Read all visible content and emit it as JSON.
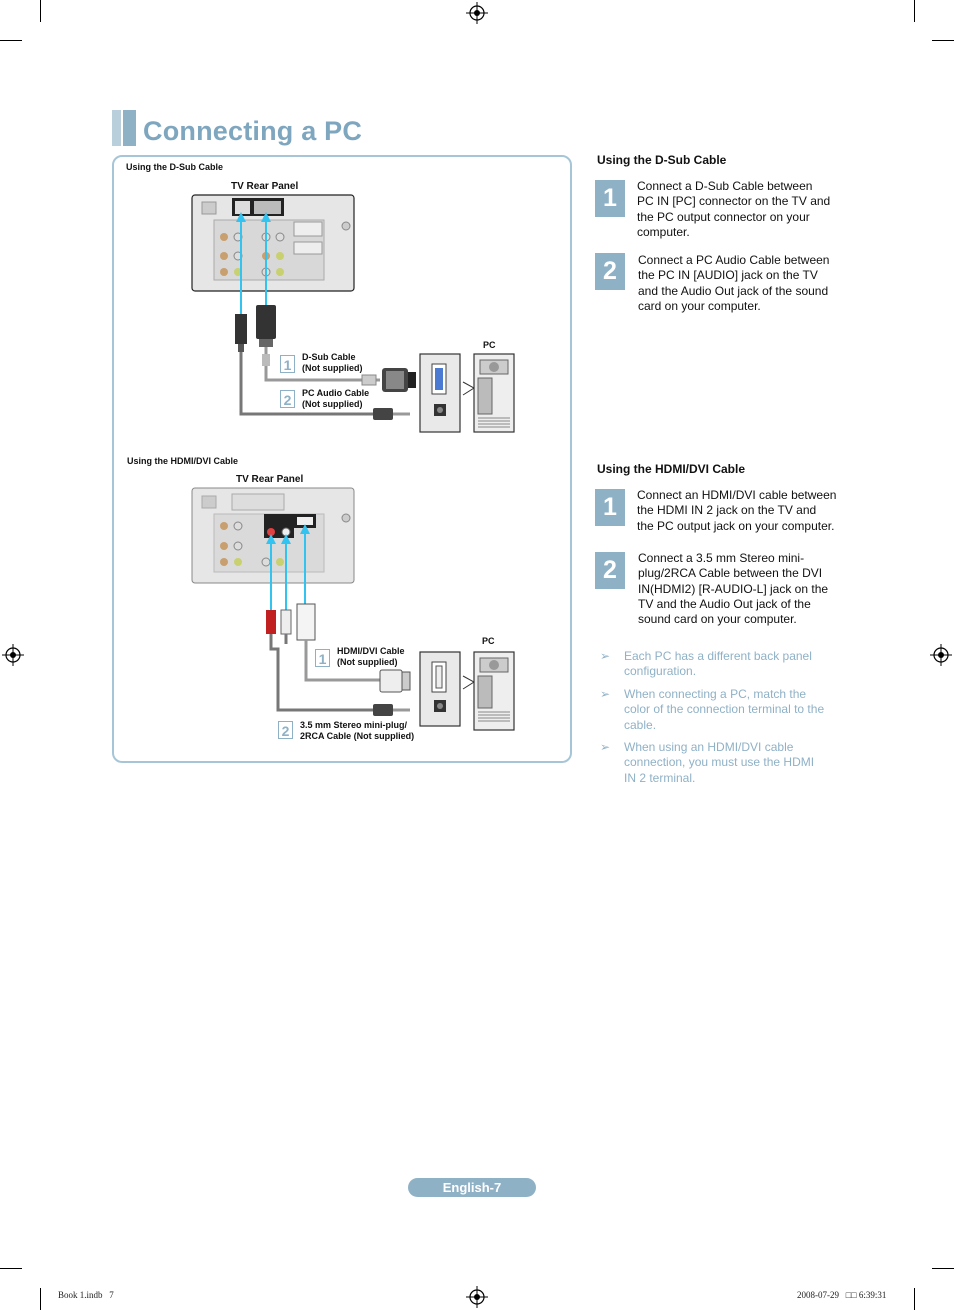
{
  "title": "Connecting a PC",
  "left_panel": {
    "dsub_caption": "Using the D-Sub Cable",
    "hdmi_caption": "Using the HDMI/DVI Cable",
    "tv_rear_panel_1": "TV Rear Panel",
    "tv_rear_panel_2": "TV Rear Panel",
    "pc_label_1": "PC",
    "pc_label_2": "PC",
    "dsub_cable_num": "1",
    "dsub_cable_label_1": "D-Sub Cable",
    "dsub_cable_label_2": "(Not supplied)",
    "audio_cable_num": "2",
    "audio_cable_label_1": "PC Audio Cable",
    "audio_cable_label_2": "(Not supplied)",
    "hdmi_cable_num": "1",
    "hdmi_cable_label_1": "HDMI/DVI Cable",
    "hdmi_cable_label_2": "(Not supplied)",
    "stereo_cable_num": "2",
    "stereo_cable_label_1": "3.5 mm Stereo mini-plug/",
    "stereo_cable_label_2": "2RCA Cable (Not supplied)"
  },
  "dsub_section": {
    "heading": "Using the D-Sub Cable",
    "steps": [
      {
        "num": "1",
        "lines": [
          "Connect a D-Sub Cable between",
          "PC IN [PC] connector on the TV and",
          "the PC output connector on your",
          "computer."
        ]
      },
      {
        "num": "2",
        "lines": [
          "Connect a PC Audio Cable between",
          "the PC IN [AUDIO] jack on the TV",
          "and the Audio Out jack of the sound",
          "card on your computer."
        ]
      }
    ]
  },
  "hdmi_section": {
    "heading": "Using the HDMI/DVI Cable",
    "steps": [
      {
        "num": "1",
        "lines": [
          "Connect an HDMI/DVI cable between",
          "the HDMI IN 2 jack on the TV and",
          "the PC output jack on your computer."
        ]
      },
      {
        "num": "2",
        "lines": [
          "Connect a 3.5 mm Stereo mini-",
          "plug/2RCA Cable between the DVI",
          "IN(HDMI2) [R-AUDIO-L] jack on the",
          "TV and the Audio Out jack of the",
          "sound card on your computer."
        ]
      }
    ]
  },
  "notes": [
    {
      "icon": "arrow-note-icon",
      "lines": [
        "Each PC has a different back panel",
        "configuration."
      ]
    },
    {
      "icon": "arrow-note-icon",
      "lines": [
        "When connecting a PC, match the",
        "color of the connection terminal to the",
        "cable."
      ]
    },
    {
      "icon": "arrow-note-icon",
      "lines": [
        "When using an HDMI/DVI cable",
        "connection, you must use the HDMI",
        "IN 2 terminal."
      ]
    }
  ],
  "footer": {
    "page_label": "English-7",
    "file_name": "Book 1.indb   7",
    "timestamp": "2008-07-29   □□ 6:39:31"
  },
  "colors": {
    "accent": "#8fb1c6",
    "title": "#7ea6bf",
    "cable_highlight": "#33c3f0",
    "panel_border": "#a6c6d8"
  }
}
